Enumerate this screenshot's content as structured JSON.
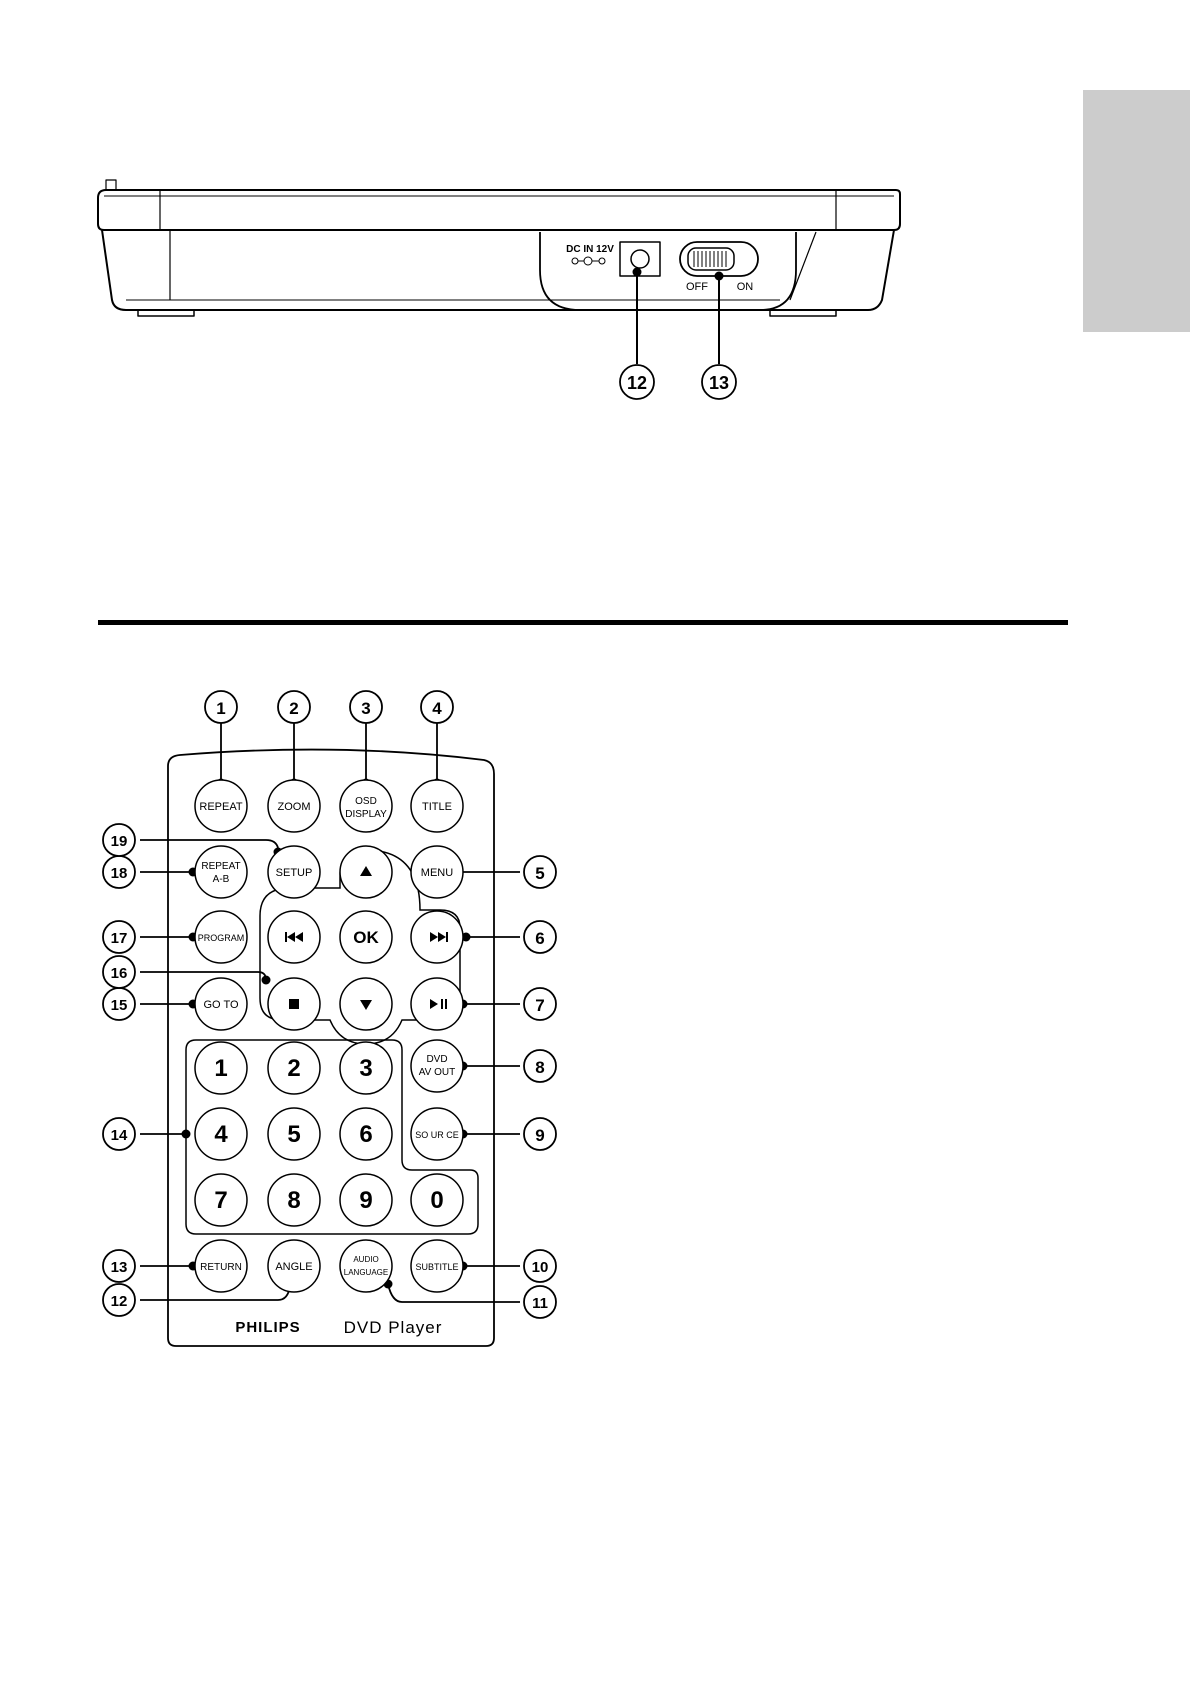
{
  "side_panel": {
    "dc_in_label": "DC IN 12V",
    "switch_off_label": "OFF",
    "switch_on_label": "ON",
    "callouts": [
      "12",
      "13"
    ]
  },
  "remote": {
    "buttons": {
      "repeat": "REPEAT",
      "zoom": "ZOOM",
      "osd_display_line1": "OSD",
      "osd_display_line2": "DISPLAY",
      "title": "TITLE",
      "repeat_ab_line1": "REPEAT",
      "repeat_ab_line2": "A-B",
      "setup": "SETUP",
      "menu": "MENU",
      "program": "PROGRAM",
      "ok": "OK",
      "go_to": "GO TO",
      "dvd_av_out_line1": "DVD",
      "dvd_av_out_line2": "AV OUT",
      "source": "SO UR CE",
      "digits": [
        "1",
        "2",
        "3",
        "4",
        "5",
        "6",
        "7",
        "8",
        "9",
        "0"
      ],
      "return": "RETURN",
      "angle": "ANGLE",
      "audio_language_line1": "AUDIO",
      "audio_language_line2": "LANGUAGE",
      "subtitle": "SUBTITLE"
    },
    "brand": "PHILIPS",
    "model": "DVD Player",
    "callouts": [
      "1",
      "2",
      "3",
      "4",
      "5",
      "6",
      "7",
      "8",
      "9",
      "10",
      "11",
      "12",
      "13",
      "14",
      "15",
      "16",
      "17",
      "18",
      "19"
    ]
  }
}
